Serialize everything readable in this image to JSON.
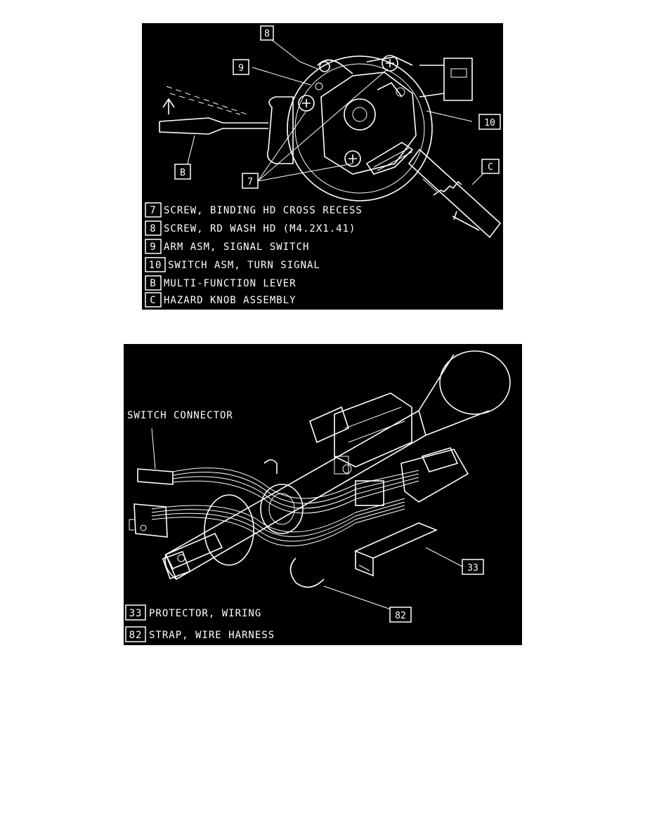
{
  "figure1": {
    "callouts": {
      "c8": "8",
      "c9": "9",
      "c10": "10",
      "c7": "7",
      "cB": "B",
      "cC": "C"
    },
    "legend": [
      {
        "key": "7",
        "text": "SCREW, BINDING HD CROSS RECESS"
      },
      {
        "key": "8",
        "text": "SCREW, RD WASH HD (M4.2X1.41)"
      },
      {
        "key": "9",
        "text": "ARM ASM, SIGNAL SWITCH"
      },
      {
        "key": "10",
        "text": "SWITCH ASM, TURN SIGNAL"
      },
      {
        "key": "B",
        "text": "MULTI-FUNCTION LEVER"
      },
      {
        "key": "C",
        "text": "HAZARD KNOB ASSEMBLY"
      }
    ]
  },
  "figure2": {
    "switch_connector_label": "SWITCH CONNECTOR",
    "callouts": {
      "c33": "33",
      "c82": "82"
    },
    "legend": [
      {
        "key": "33",
        "text": "PROTECTOR, WIRING"
      },
      {
        "key": "82",
        "text": "STRAP, WIRE HARNESS"
      }
    ]
  }
}
